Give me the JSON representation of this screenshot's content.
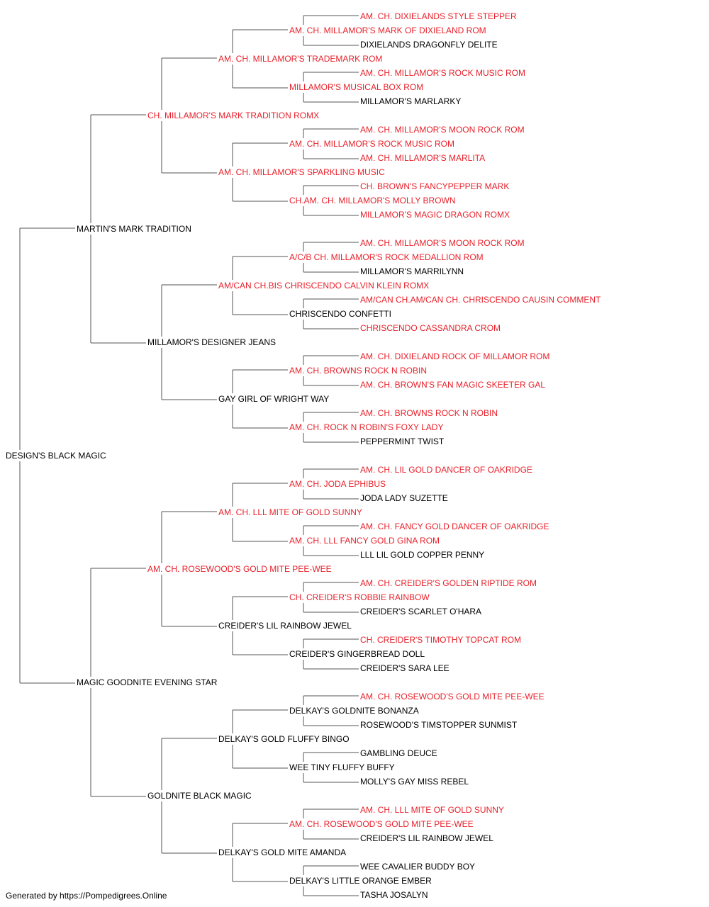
{
  "colors": {
    "champion": "#e8212b",
    "normal": "#000000",
    "line": "#555555"
  },
  "dogs": [
    {
      "name": "DESIGN'S BLACK MAGIC",
      "champion": false
    },
    {
      "name": "MARTIN'S MARK TRADITION",
      "champion": false
    },
    {
      "name": "MAGIC GOODNITE EVENING STAR",
      "champion": false
    },
    {
      "name": "CH. MILLAMOR'S MARK TRADITION ROMX",
      "champion": true
    },
    {
      "name": "MILLAMOR'S DESIGNER JEANS",
      "champion": false
    },
    {
      "name": "AM. CH. ROSEWOOD'S GOLD MITE PEE-WEE",
      "champion": true
    },
    {
      "name": "GOLDNITE BLACK MAGIC",
      "champion": false
    },
    {
      "name": "AM. CH. MILLAMOR'S TRADEMARK ROM",
      "champion": true
    },
    {
      "name": "AM. CH. MILLAMOR'S SPARKLING MUSIC",
      "champion": true
    },
    {
      "name": "AM/CAN CH.BIS CHRISCENDO CALVIN KLEIN ROMX",
      "champion": true
    },
    {
      "name": "GAY GIRL OF WRIGHT WAY",
      "champion": false
    },
    {
      "name": "AM. CH. LLL MITE OF GOLD SUNNY",
      "champion": true
    },
    {
      "name": "CREIDER'S LIL RAINBOW JEWEL",
      "champion": false
    },
    {
      "name": "DELKAY'S GOLD FLUFFY BINGO",
      "champion": false
    },
    {
      "name": "DELKAY'S GOLD MITE AMANDA",
      "champion": false
    },
    {
      "name": "AM. CH. MILLAMOR'S MARK OF DIXIELAND ROM",
      "champion": true
    },
    {
      "name": "MILLAMOR'S MUSICAL BOX ROM",
      "champion": true
    },
    {
      "name": "AM. CH. MILLAMOR'S ROCK MUSIC ROM",
      "champion": true
    },
    {
      "name": "CH.AM. CH. MILLAMOR'S MOLLY BROWN",
      "champion": true
    },
    {
      "name": "A/C/B CH. MILLAMOR'S ROCK MEDALLION ROM",
      "champion": true
    },
    {
      "name": "CHRISCENDO CONFETTI",
      "champion": false
    },
    {
      "name": "AM. CH. BROWNS ROCK N ROBIN",
      "champion": true
    },
    {
      "name": "AM. CH. ROCK N ROBIN'S FOXY LADY",
      "champion": true
    },
    {
      "name": "AM. CH. JODA EPHIBUS",
      "champion": true
    },
    {
      "name": "AM. CH. LLL FANCY GOLD GINA ROM",
      "champion": true
    },
    {
      "name": "CH. CREIDER'S ROBBIE RAINBOW",
      "champion": true
    },
    {
      "name": "CREIDER'S GINGERBREAD DOLL",
      "champion": false
    },
    {
      "name": "DELKAY'S GOLDNITE BONANZA",
      "champion": false
    },
    {
      "name": "WEE TINY FLUFFY BUFFY",
      "champion": false
    },
    {
      "name": "AM. CH. ROSEWOOD'S GOLD MITE PEE-WEE",
      "champion": true
    },
    {
      "name": "DELKAY'S LITTLE ORANGE EMBER",
      "champion": false
    },
    {
      "name": "AM. CH. DIXIELANDS STYLE STEPPER",
      "champion": true
    },
    {
      "name": "DIXIELANDS DRAGONFLY DELITE",
      "champion": false
    },
    {
      "name": "AM. CH. MILLAMOR'S ROCK MUSIC ROM",
      "champion": true
    },
    {
      "name": "MILLAMOR'S MARLARKY",
      "champion": false
    },
    {
      "name": "AM. CH. MILLAMOR'S MOON ROCK ROM",
      "champion": true
    },
    {
      "name": "AM. CH. MILLAMOR'S MARLITA",
      "champion": true
    },
    {
      "name": "CH. BROWN'S FANCYPEPPER MARK",
      "champion": true
    },
    {
      "name": "MILLAMOR'S MAGIC DRAGON ROMX",
      "champion": true
    },
    {
      "name": "AM. CH. MILLAMOR'S MOON ROCK ROM",
      "champion": true
    },
    {
      "name": "MILLAMOR'S MARRILYNN",
      "champion": false
    },
    {
      "name": "AM/CAN CH.AM/CAN CH. CHRISCENDO CAUSIN COMMENT",
      "champion": true
    },
    {
      "name": "CHRISCENDO CASSANDRA CROM",
      "champion": true
    },
    {
      "name": "AM. CH. DIXIELAND ROCK OF MILLAMOR ROM",
      "champion": true
    },
    {
      "name": "AM. CH. BROWN'S FAN MAGIC SKEETER GAL",
      "champion": true
    },
    {
      "name": "AM. CH. BROWNS ROCK N ROBIN",
      "champion": true
    },
    {
      "name": "PEPPERMINT TWIST",
      "champion": false
    },
    {
      "name": "AM. CH. LIL GOLD DANCER OF OAKRIDGE",
      "champion": true
    },
    {
      "name": "JODA LADY SUZETTE",
      "champion": false
    },
    {
      "name": "AM. CH. FANCY GOLD DANCER OF OAKRIDGE",
      "champion": true
    },
    {
      "name": "LLL LIL GOLD COPPER PENNY",
      "champion": false
    },
    {
      "name": "AM. CH. CREIDER'S GOLDEN RIPTIDE ROM",
      "champion": true
    },
    {
      "name": "CREIDER'S SCARLET O'HARA",
      "champion": false
    },
    {
      "name": "CH. CREIDER'S TIMOTHY TOPCAT ROM",
      "champion": true
    },
    {
      "name": "CREIDER'S SARA LEE",
      "champion": false
    },
    {
      "name": "AM. CH. ROSEWOOD'S GOLD MITE PEE-WEE",
      "champion": true
    },
    {
      "name": "ROSEWOOD'S TIMSTOPPER SUNMIST",
      "champion": false
    },
    {
      "name": "GAMBLING DEUCE",
      "champion": false
    },
    {
      "name": "MOLLY'S GAY MISS REBEL",
      "champion": false
    },
    {
      "name": "AM. CH. LLL MITE OF GOLD SUNNY",
      "champion": true
    },
    {
      "name": "CREIDER'S LIL RAINBOW JEWEL",
      "champion": false
    },
    {
      "name": "WEE CAVALIER BUDDY BOY",
      "champion": false
    },
    {
      "name": "TASHA JOSALYN",
      "champion": false
    }
  ],
  "footer": "Generated by https://Pompedigrees.Online"
}
